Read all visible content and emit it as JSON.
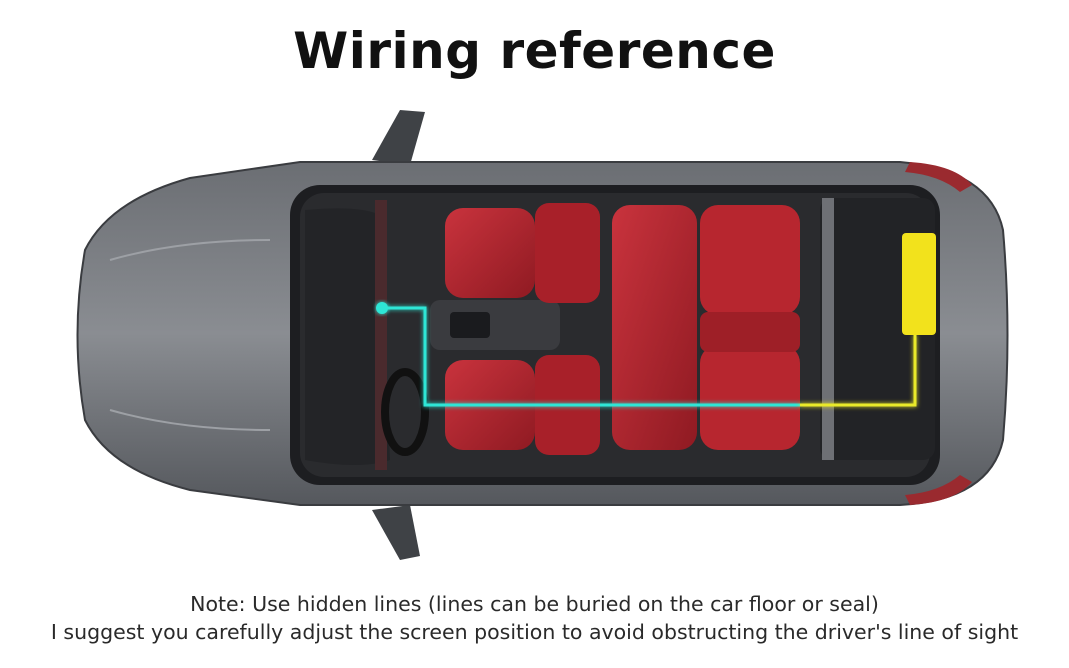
{
  "title": "Wiring reference",
  "notes": {
    "line1": "Note: Use hidden lines (lines can be buried on the car floor or seal)",
    "line2": "I suggest you carefully adjust the screen position to avoid obstructing the driver's line of sight"
  },
  "colors": {
    "car_body": "#5e6166",
    "seat_red": "#b3242e",
    "wire_cyan": "#2ee6d6",
    "wire_yellow": "#eaea2a",
    "device_yellow": "#f2e21c",
    "background": "#ffffff"
  },
  "icons": {
    "car": "car-top-view-icon",
    "device": "power-box-icon"
  }
}
